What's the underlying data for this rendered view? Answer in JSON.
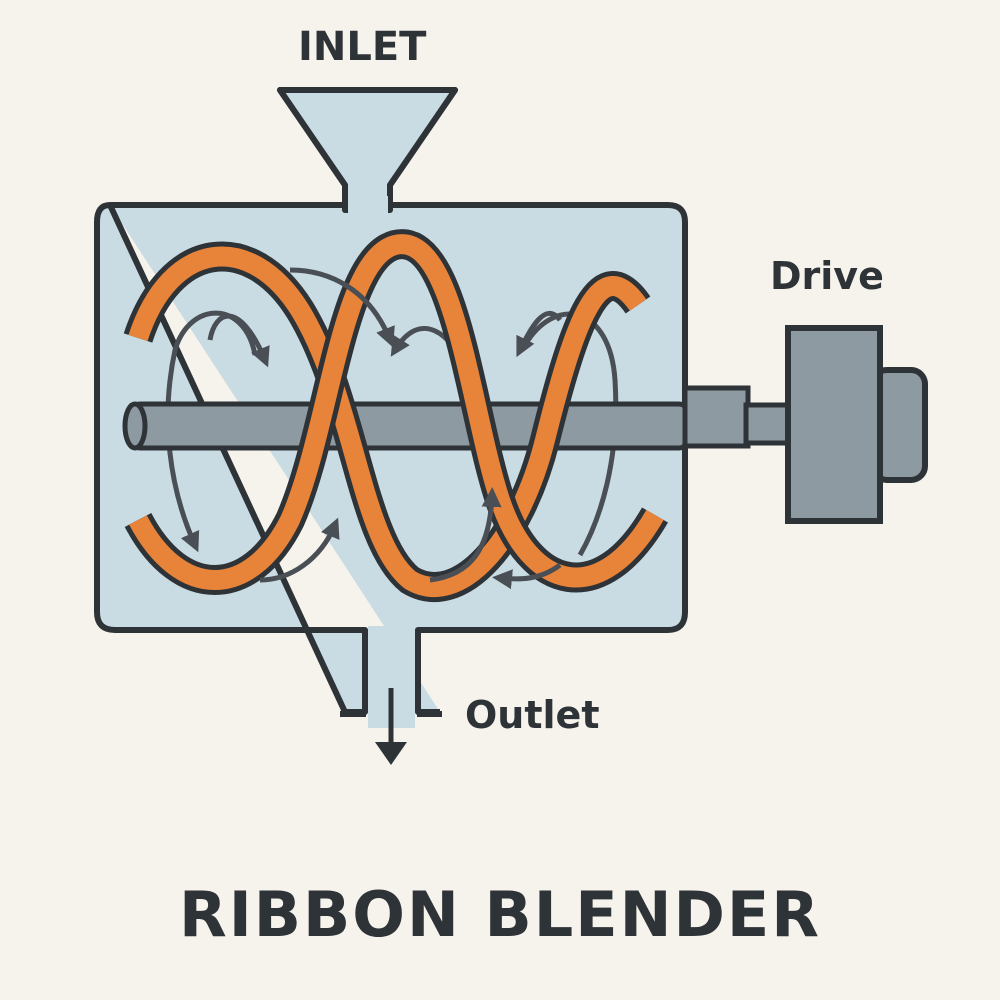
{
  "labels": {
    "inlet": "INLET",
    "drive": "Drive",
    "outlet": "Outlet",
    "title": "RIBBON BLENDER"
  },
  "colors": {
    "background": "#f6f2ec",
    "vessel_fill": "#c9dce3",
    "outline": "#2e3337",
    "ribbon": "#e8833a",
    "shaft": "#8e9aa1",
    "flow_arrow": "#4a4f55"
  },
  "icons": [
    "inlet-hopper",
    "outlet-down-arrow",
    "drive-motor",
    "agitator-shaft",
    "helical-ribbon",
    "material-flow-arrow"
  ]
}
